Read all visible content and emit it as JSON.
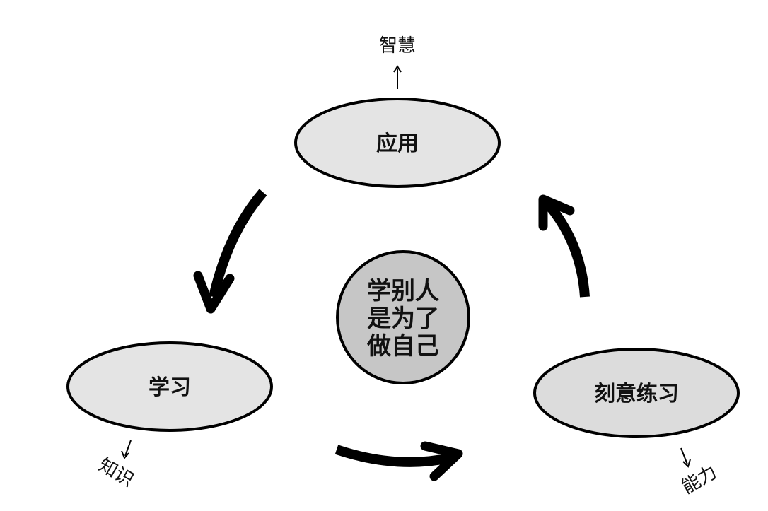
{
  "nodes": {
    "apply": {
      "label": "应用"
    },
    "learn": {
      "label": "学习"
    },
    "practice": {
      "label": "刻意练习"
    }
  },
  "center": {
    "lines": [
      "学别人",
      "是为了",
      "做自己"
    ]
  },
  "outputs": {
    "wisdom": "智慧",
    "knowledge": "知识",
    "ability": "能力"
  },
  "colors": {
    "node_fill": "#e4e4e4",
    "center_fill": "#c6c6c6",
    "stroke": "#000000"
  }
}
